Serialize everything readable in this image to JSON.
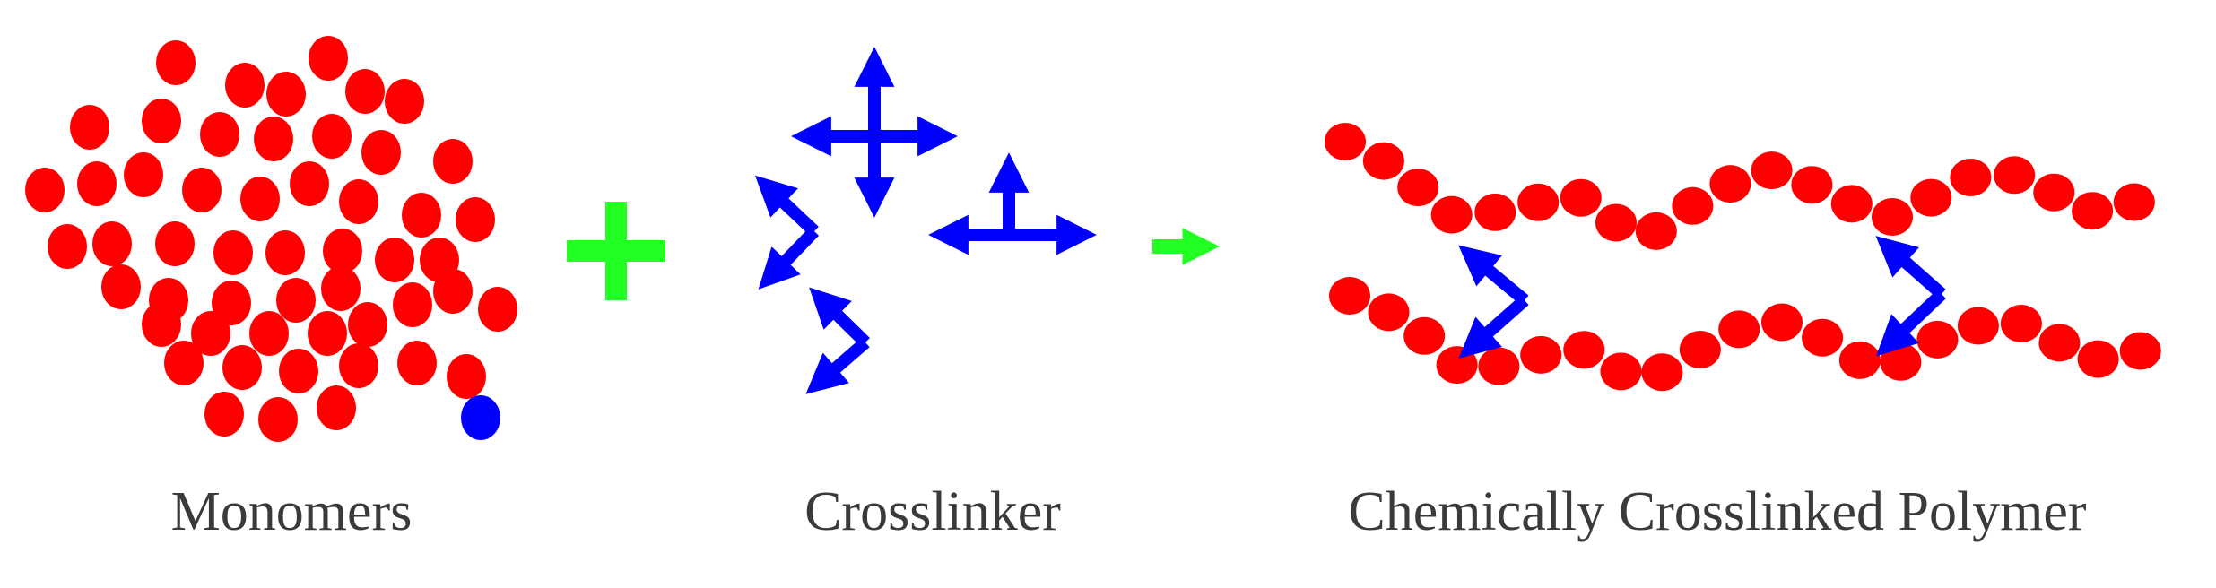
{
  "labels": {
    "monomers": "Monomers",
    "crosslinker": "Crosslinker",
    "polymer": "Chemically Crosslinked Polymer"
  },
  "colors": {
    "monomer": "#ff0000",
    "crosslinker": "#0000ff",
    "operator": "#22ff22",
    "text": "#3a3a3a"
  }
}
